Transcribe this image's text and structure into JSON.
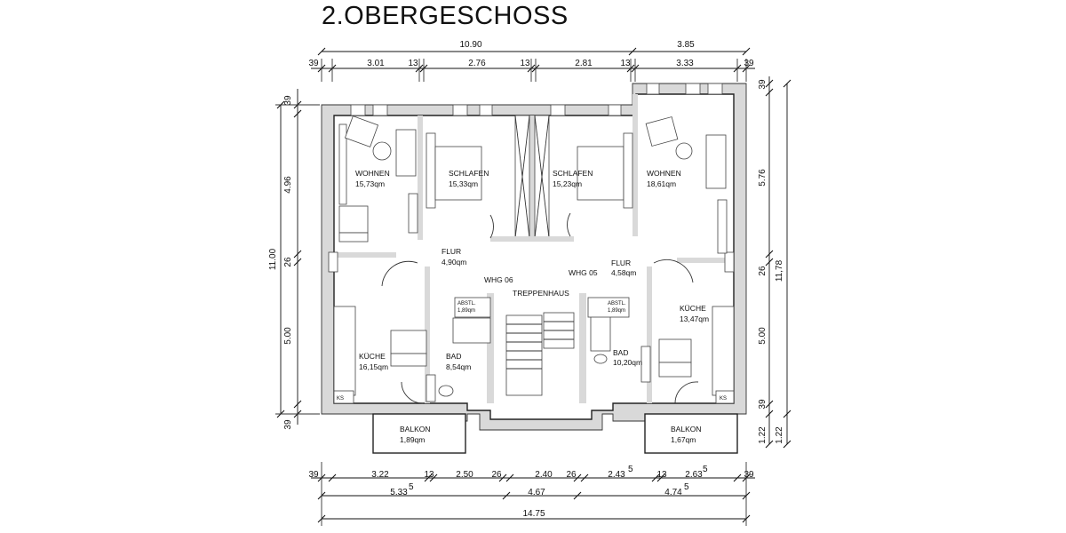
{
  "title": "2.OBERGESCHOSS",
  "dimensions": {
    "top_overall": [
      "10.90",
      "3.85"
    ],
    "top_segments": [
      "39",
      "3.01",
      "13",
      "2.76",
      "13",
      "2.81",
      "13",
      "3.33",
      "39"
    ],
    "bottom_segments": [
      "39",
      "3.22",
      "13",
      "2.50",
      "26",
      "2.40",
      "26",
      "2.43",
      "5",
      "13",
      "2.63",
      "5",
      "39"
    ],
    "bottom_groups": [
      "5.33",
      "5",
      "4.67",
      "4.74",
      "5"
    ],
    "bottom_overall": "14.75",
    "left_segments": [
      "39",
      "4.96",
      "26",
      "5.00",
      "39"
    ],
    "left_overall": "11.00",
    "right_segments": [
      "39",
      "5.76",
      "26",
      "5.00",
      "39",
      "1.22"
    ],
    "right_overall": [
      "11,78",
      "1.22"
    ]
  },
  "rooms": [
    {
      "name": "WOHNEN",
      "area": "15,73qm"
    },
    {
      "name": "SCHLAFEN",
      "area": "15,33qm"
    },
    {
      "name": "SCHLAFEN",
      "area": "15,23qm"
    },
    {
      "name": "WOHNEN",
      "area": "18,61qm"
    },
    {
      "name": "FLUR",
      "area": "4,90qm"
    },
    {
      "name": "FLUR",
      "area": "4,58qm"
    },
    {
      "name": "WHG 06"
    },
    {
      "name": "WHG 05"
    },
    {
      "name": "TREPPENHAUS"
    },
    {
      "name": "ABSTL.",
      "area": "1,89qm"
    },
    {
      "name": "ABSTL.",
      "area": "1,89qm"
    },
    {
      "name": "KÜCHE",
      "area": "16,15qm"
    },
    {
      "name": "BAD",
      "area": "8,54qm"
    },
    {
      "name": "BAD",
      "area": "10,20qm"
    },
    {
      "name": "KÜCHE",
      "area": "13,47qm"
    },
    {
      "name": "BALKON",
      "area": "1,89qm"
    },
    {
      "name": "BALKON",
      "area": "1,67qm"
    },
    {
      "name": "KS"
    },
    {
      "name": "KS"
    }
  ]
}
